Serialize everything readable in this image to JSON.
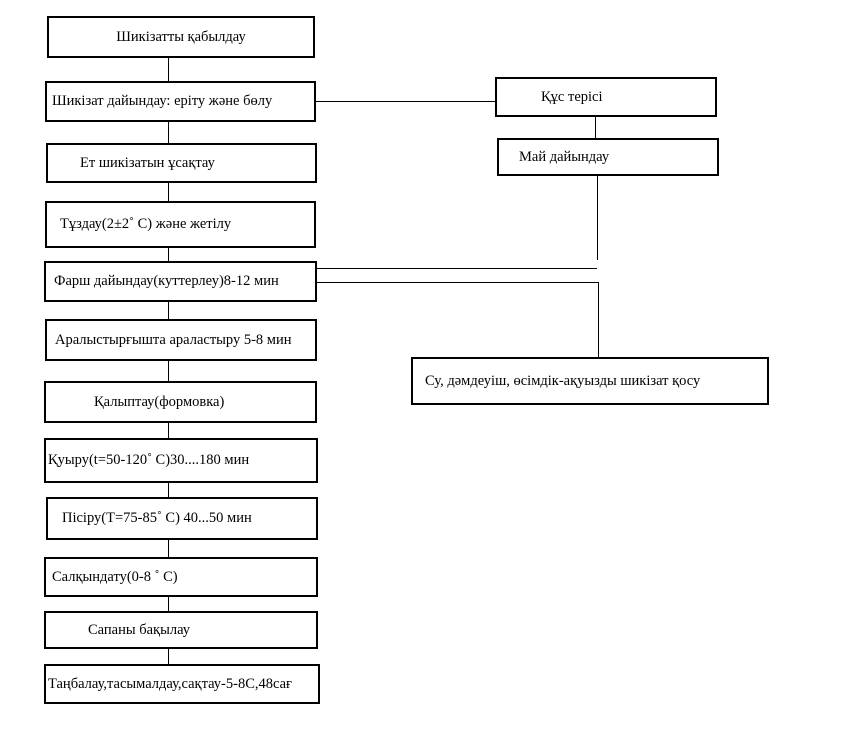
{
  "steps": [
    "Шикізатты қабылдау",
    "Шикізат дайындау: еріту және бөлу",
    "Ет шикізатын ұсақтау",
    "Тұздау(2±2˚ С) және жетілу",
    "Фарш дайындау(куттерлеу)8-12 мин",
    "Аралыстырғышта араластыру 5-8 мин",
    "Қалыптау(формовка)",
    "Қуыру(t=50-120˚ С)30....180 мин",
    "Пісіру(Т=75-85˚ С) 40...50 мин",
    "Салқындату(0-8 ˚ С)",
    "Сапаны бақылау",
    "Таңбалау,тасымалдау,сақтау-5-8С,48сағ"
  ],
  "side": {
    "skin": "Құс терісі",
    "fat": "Май дайындау",
    "additives": "Су, дәмдеуіш, өсімдік-ақуызды шикізат қосу"
  }
}
